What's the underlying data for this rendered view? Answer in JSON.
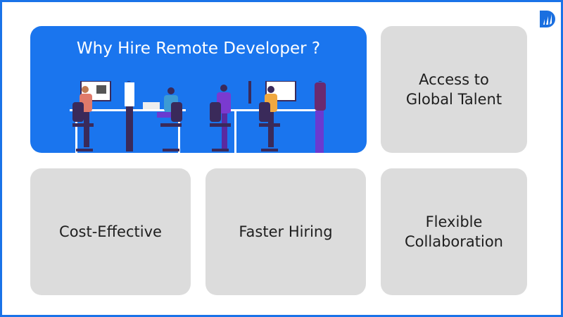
{
  "title": "Why Hire Remote Developer ?",
  "cards": [
    {
      "label": "Access to\nGlobal Talent"
    },
    {
      "label": "Cost-Effective"
    },
    {
      "label": "Faster Hiring"
    },
    {
      "label": "Flexible\nCollaboration"
    }
  ],
  "colors": {
    "accent": "#1a75ee",
    "card": "#dcdcdc",
    "border": "#1a73e8"
  }
}
